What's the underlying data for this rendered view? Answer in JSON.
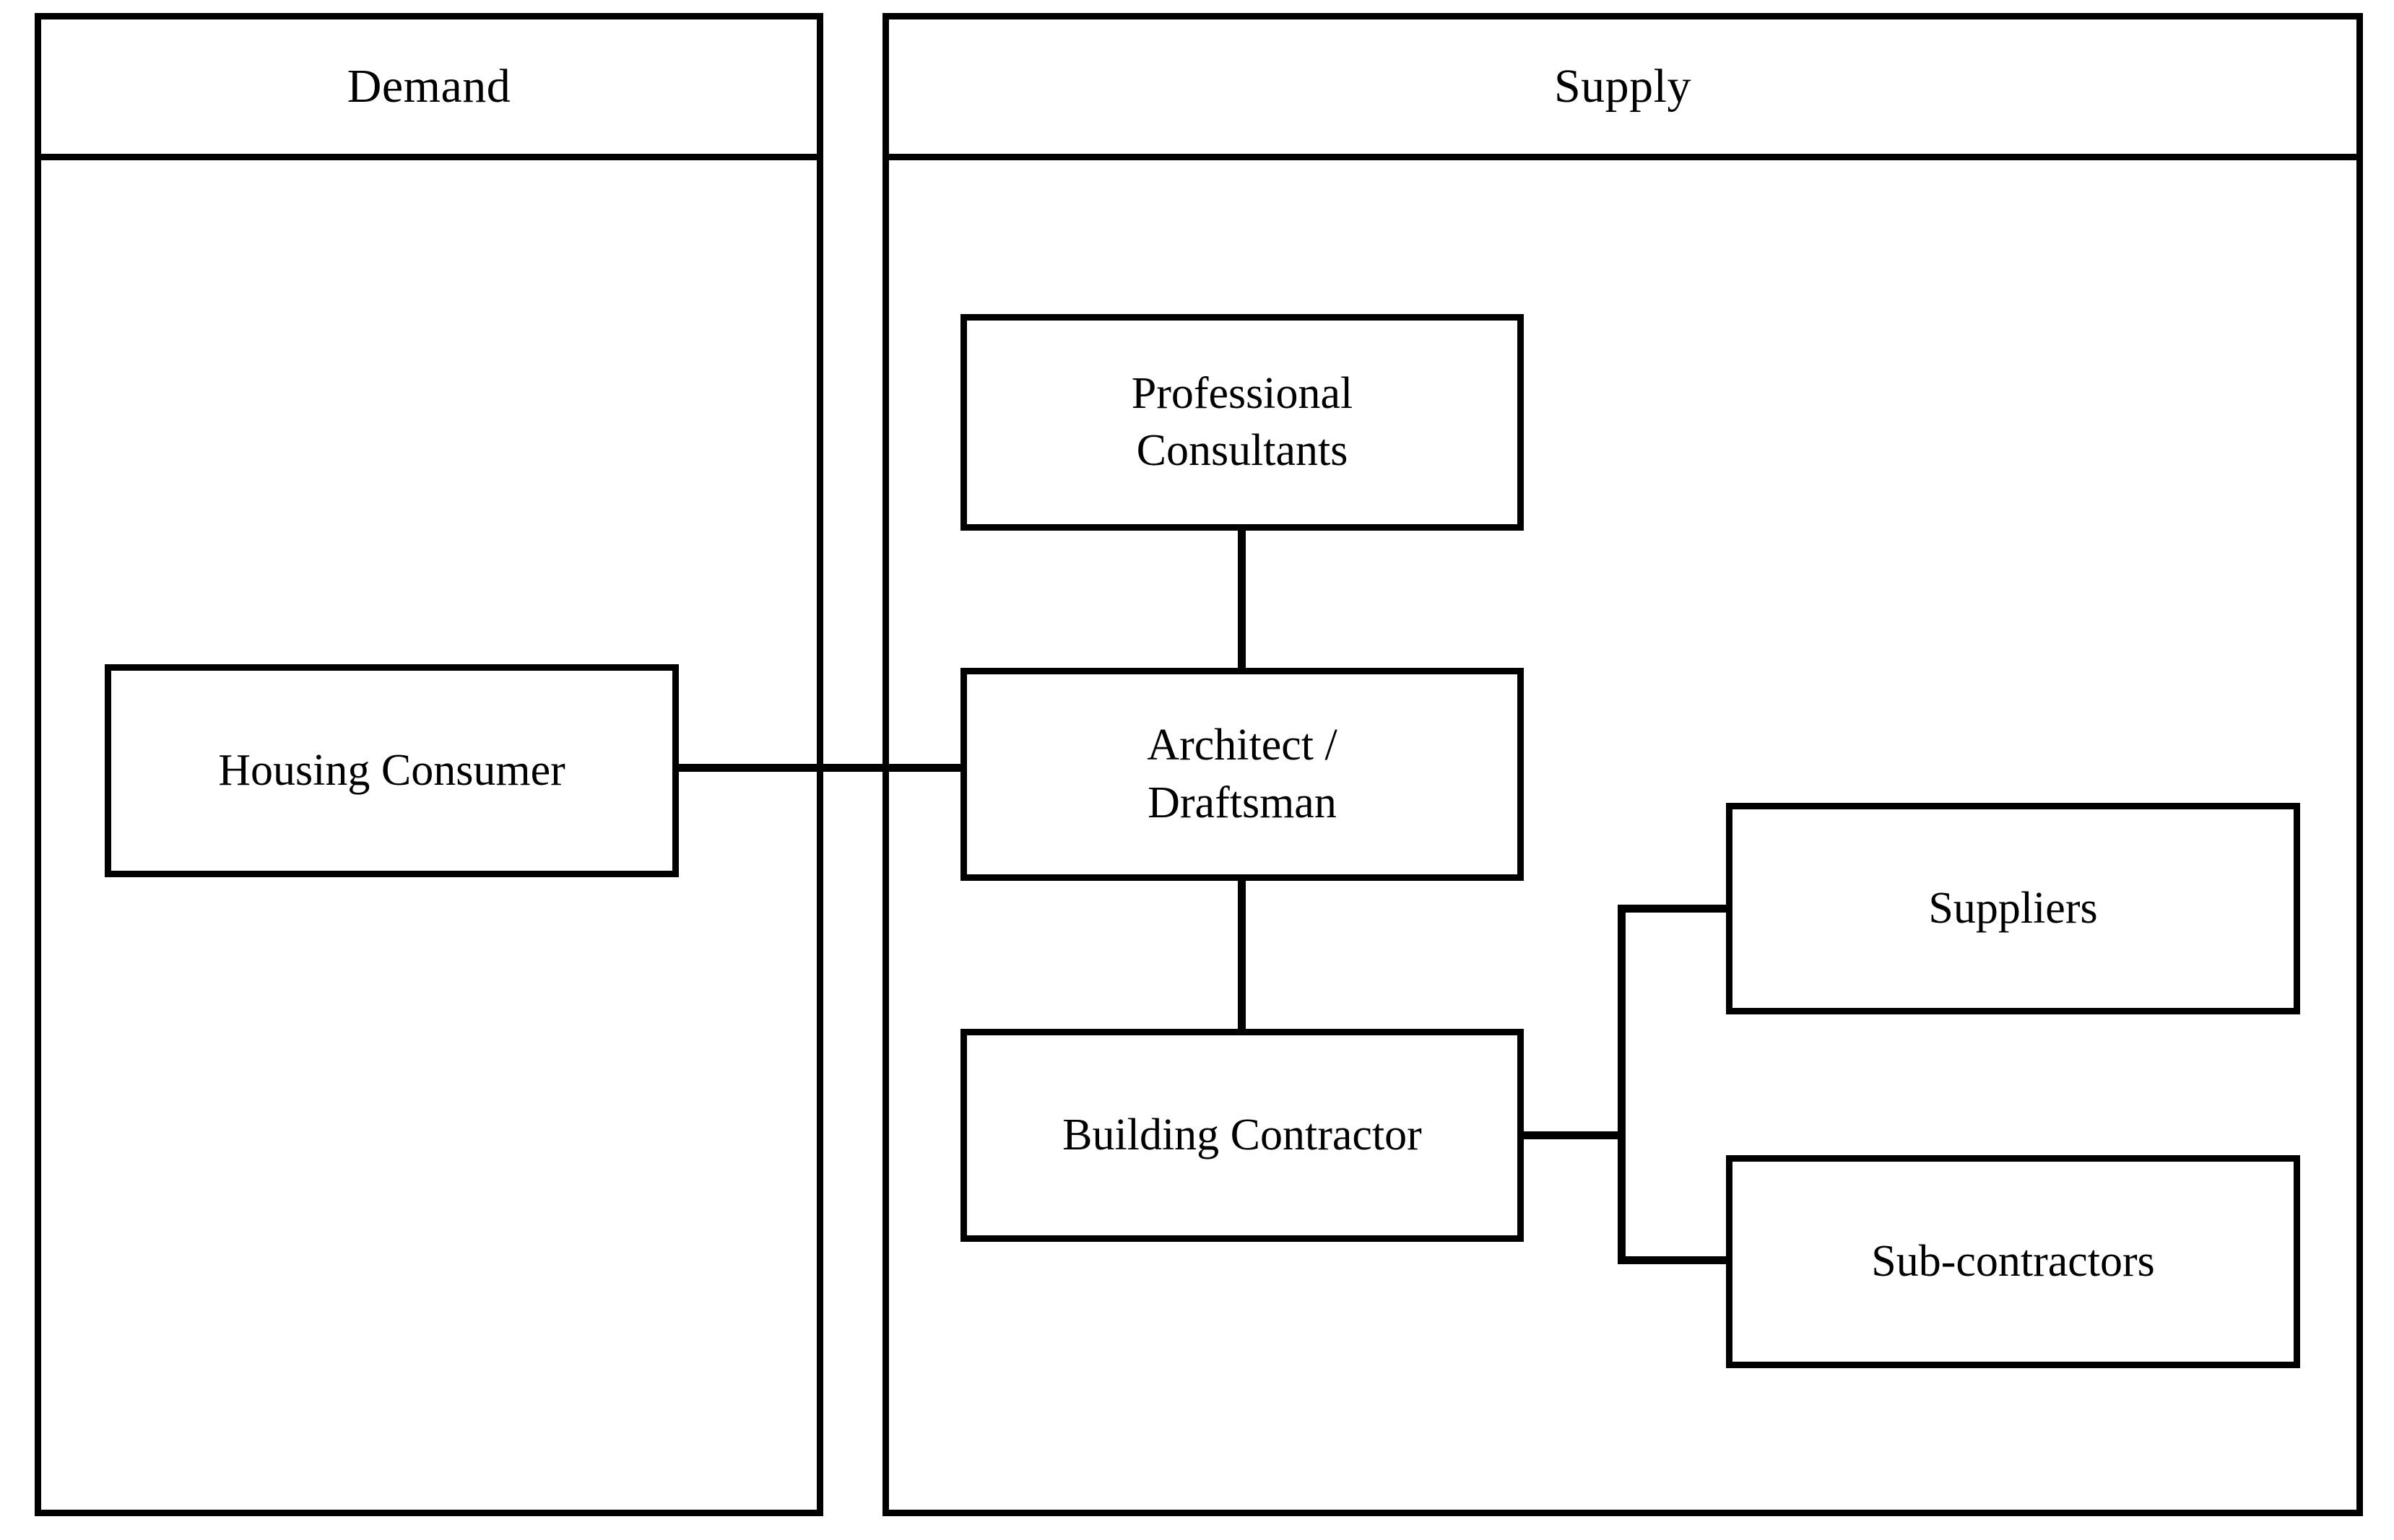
{
  "diagram": {
    "panels": [
      {
        "id": "demand",
        "title": "Demand"
      },
      {
        "id": "supply",
        "title": "Supply"
      }
    ],
    "nodes": [
      {
        "id": "housing-consumer",
        "panel": "demand",
        "label": "Housing Consumer",
        "lines": [
          "Housing Consumer"
        ]
      },
      {
        "id": "professional",
        "panel": "supply",
        "label": "Professional Consultants",
        "lines": [
          "Professional",
          "Consultants"
        ]
      },
      {
        "id": "architect",
        "panel": "supply",
        "label": "Architect / Draftsman",
        "lines": [
          "Architect /",
          "Draftsman"
        ]
      },
      {
        "id": "building-contractor",
        "panel": "supply",
        "label": "Building Contractor",
        "lines": [
          "Building Contractor"
        ]
      },
      {
        "id": "suppliers",
        "panel": "supply",
        "label": "Suppliers",
        "lines": [
          "Suppliers"
        ]
      },
      {
        "id": "subcontractors",
        "panel": "supply",
        "label": "Sub-contractors",
        "lines": [
          "Sub-contractors"
        ]
      }
    ],
    "links": [
      {
        "from": "housing-consumer",
        "to": "architect",
        "style": "straight"
      },
      {
        "from": "professional",
        "to": "architect",
        "style": "straight"
      },
      {
        "from": "architect",
        "to": "building-contractor",
        "style": "straight"
      },
      {
        "from": "building-contractor",
        "to": "suppliers",
        "style": "bracket"
      },
      {
        "from": "building-contractor",
        "to": "subcontractors",
        "style": "bracket"
      }
    ],
    "colors": {
      "stroke": "#000000",
      "fill": "#ffffff",
      "text": "#000000"
    }
  }
}
